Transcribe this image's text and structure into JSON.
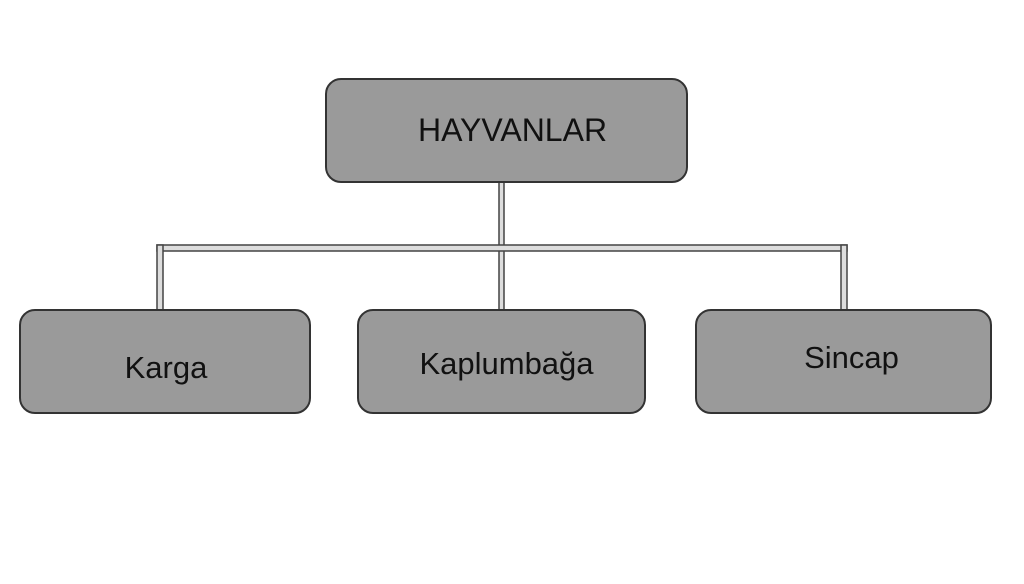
{
  "diagram": {
    "root": {
      "label": "HAYVANLAR"
    },
    "children": [
      {
        "label": "Karga"
      },
      {
        "label": "Kaplumbağa"
      },
      {
        "label": "Sincap"
      }
    ]
  },
  "colors": {
    "node_fill": "#9a9a9a",
    "node_border": "#333333",
    "connector_fill": "#dddddd",
    "connector_stroke": "#444444"
  }
}
